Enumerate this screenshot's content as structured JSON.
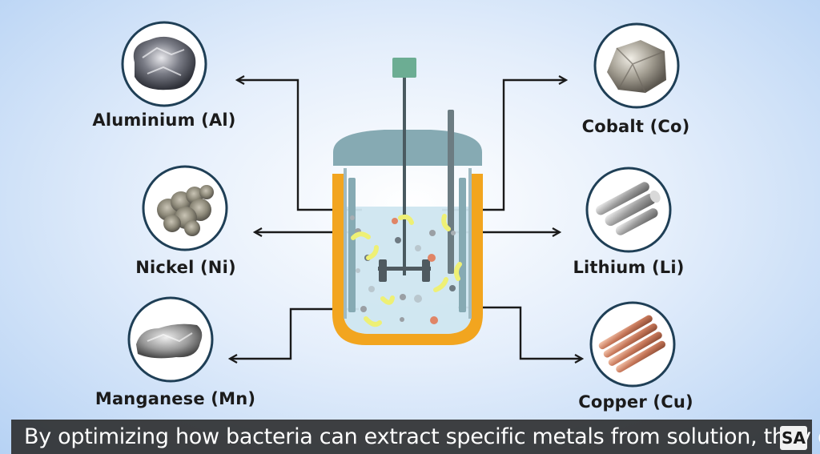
{
  "metals": {
    "aluminium": "Aluminium (Al)",
    "nickel": "Nickel (Ni)",
    "manganese": "Manganese (Mn)",
    "cobalt": "Cobalt (Co)",
    "lithium": "Lithium (Li)",
    "copper": "Copper (Cu)"
  },
  "caption": "By optimizing how bacteria can extract specific metals from solution, they ca",
  "logo": "SA",
  "colors": {
    "vessel_jacket": "#f2a51f",
    "vessel_lid": "#86aab3",
    "liquid": "#cfe6f0",
    "motor": "#6cad93",
    "bacteria": "#eef075",
    "arrow": "#1a1a1a",
    "circle_border": "#1f3f56"
  }
}
